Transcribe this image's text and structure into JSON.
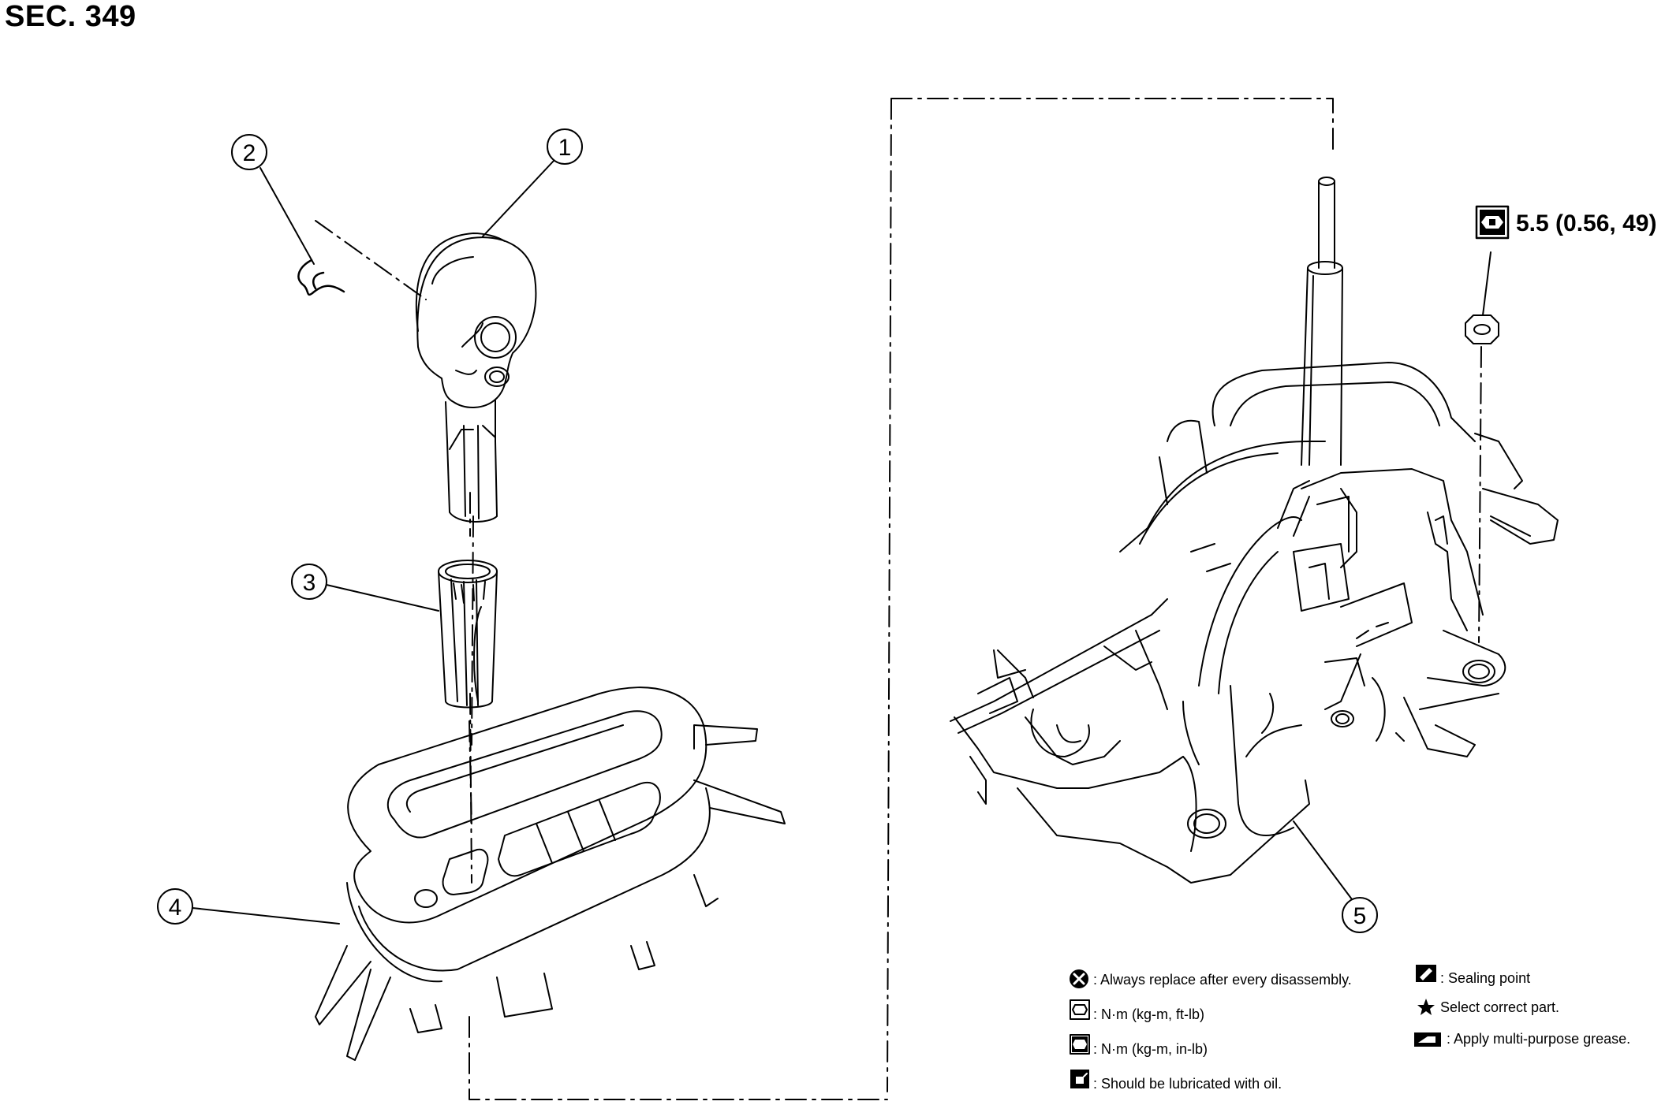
{
  "header": {
    "section": "SEC. 349"
  },
  "callouts": [
    {
      "id": "1",
      "part": "selector lever knob"
    },
    {
      "id": "2",
      "part": "clip"
    },
    {
      "id": "3",
      "part": "knob cover"
    },
    {
      "id": "4",
      "part": "position indicator panel"
    },
    {
      "id": "5",
      "part": "control device assembly"
    }
  ],
  "torque": {
    "value": "5.5 (0.56, 49)",
    "icon": "torque-wrench-icon"
  },
  "legend": [
    {
      "icon": "replace-x-icon",
      "text": ": Always replace after every disassembly."
    },
    {
      "icon": "torque-ftlb-icon",
      "text": ": N·m (kg-m, ft-lb)"
    },
    {
      "icon": "torque-inlb-icon",
      "text": ": N·m (kg-m, in-lb)"
    },
    {
      "icon": "oil-can-icon",
      "text": ": Should be lubricated with oil."
    },
    {
      "icon": "sealing-point-icon",
      "text": ": Sealing point"
    },
    {
      "icon": "star-icon",
      "text": "Select correct part."
    },
    {
      "icon": "grease-icon",
      "text": ": Apply multi-purpose grease."
    }
  ],
  "colors": {
    "line": "#000000",
    "background": "#ffffff"
  }
}
